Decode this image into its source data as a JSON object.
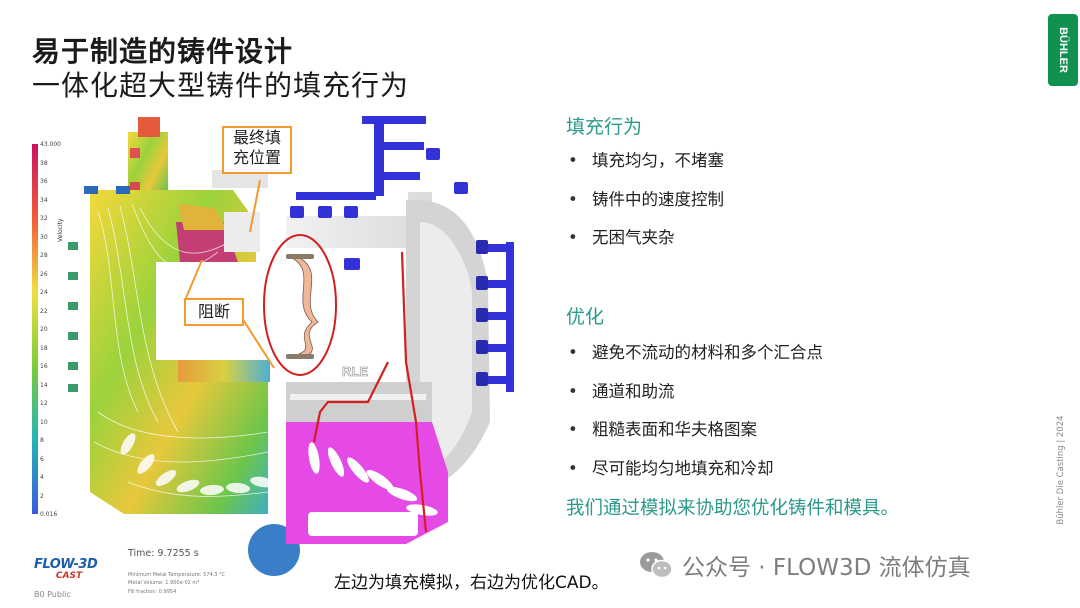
{
  "slide": {
    "title_line1": "易于制造的铸件设计",
    "title_line2": "一体化超大型铸件的填充行为",
    "brand": "BÜHLER",
    "side_note": "Bühler Die Casting | 2024",
    "footer": "B0 Public"
  },
  "simulation": {
    "colorbar_title": "Velocity",
    "colorbar_ticks": [
      "43.000",
      "38",
      "36",
      "34",
      "32",
      "30",
      "28",
      "26",
      "24",
      "22",
      "20",
      "18",
      "16",
      "14",
      "12",
      "10",
      "8",
      "6",
      "4",
      "2",
      "0.016"
    ],
    "callout_final": [
      "最终填",
      "充位置"
    ],
    "callout_block": "阻断",
    "rle_label": "RLE",
    "flow_logo_line1": "FLOW-3D",
    "flow_logo_line2": "CAST",
    "time": "Time: 9.7255 s",
    "info_lines": [
      "Minimum Metal Temperature: 574.3 °C",
      "Metal Volume: 1.900e-02 m³",
      "Fill fraction: 0.9954"
    ]
  },
  "fill": {
    "heading": "填充行为",
    "items": [
      "填充均匀，不堵塞",
      "铸件中的速度控制",
      "无困气夹杂"
    ]
  },
  "optimize": {
    "heading": "优化",
    "items": [
      "避免不流动的材料和多个汇合点",
      "通道和助流",
      "粗糙表面和华夫格图案",
      "尽可能均匀地填充和冷却"
    ]
  },
  "summary": "我们通过模拟来协助您优化铸件和模具。",
  "caption": "左边为填充模拟，右边为优化CAD。",
  "watermark": "公众号 · FLOW3D 流体仿真",
  "colors": {
    "accent_teal": "#2a9a8a",
    "callout_orange": "#f39a2e",
    "highlight_red": "#d31f1f",
    "cad_magenta": "#e64ae6",
    "cad_blue": "#3232d8"
  }
}
